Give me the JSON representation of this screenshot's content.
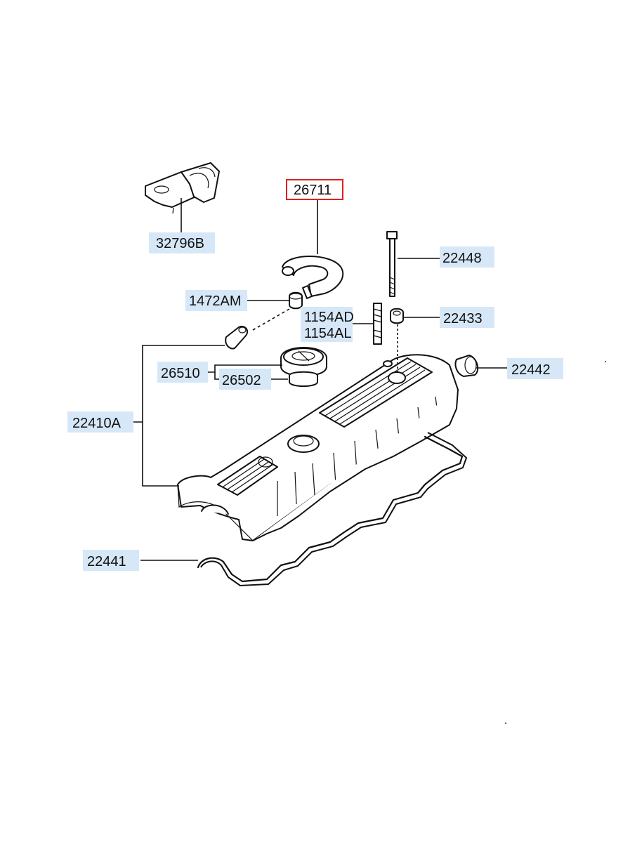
{
  "labels": {
    "p32796B": "32796B",
    "p26711": "26711",
    "p22448": "22448",
    "p1472AM": "1472AM",
    "p1154AD": "1154AD",
    "p1154AL": "1154AL",
    "p22433": "22433",
    "p26510": "26510",
    "p26502": "26502",
    "p22442": "22442",
    "p22410A": "22410A",
    "p22441": "22441"
  },
  "colors": {
    "label_highlight": "#d6e8f7",
    "selected_border": "#e02020",
    "line": "#111111"
  },
  "selected_part": "26711"
}
